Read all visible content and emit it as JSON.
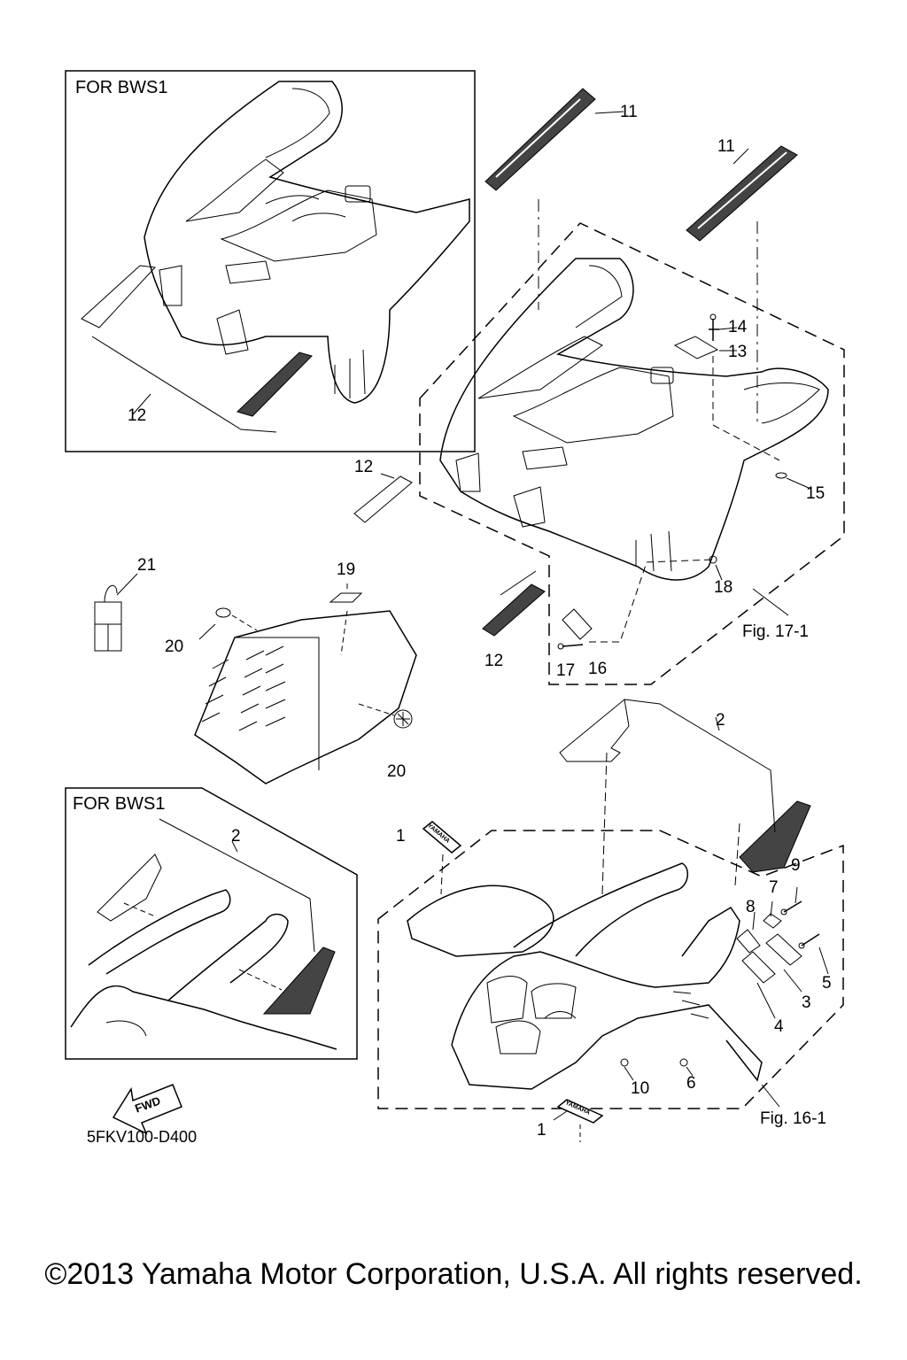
{
  "diagram": {
    "box_titles": [
      "FOR BWS1",
      "FOR BWS1"
    ],
    "figure_refs": [
      "Fig. 17-1",
      "Fig. 16-1"
    ],
    "part_code": "5FKV100-D400",
    "fwd_label": "FWD",
    "yamaha_text": "YAMAHA",
    "copyright": "©2013 Yamaha Motor Corporation, U.S.A. All rights reserved.",
    "callouts": {
      "c11a": "11",
      "c11b": "11",
      "c12a": "12",
      "c12b": "12",
      "c12c": "12",
      "c13": "13",
      "c14": "14",
      "c15": "15",
      "c16": "16",
      "c17": "17",
      "c18": "18",
      "c19": "19",
      "c20a": "20",
      "c20b": "20",
      "c21": "21",
      "c2a": "2",
      "c2b": "2",
      "c1a": "1",
      "c1b": "1",
      "c3": "3",
      "c4": "4",
      "c5": "5",
      "c6": "6",
      "c7": "7",
      "c8": "8",
      "c9": "9",
      "c10": "10"
    }
  }
}
